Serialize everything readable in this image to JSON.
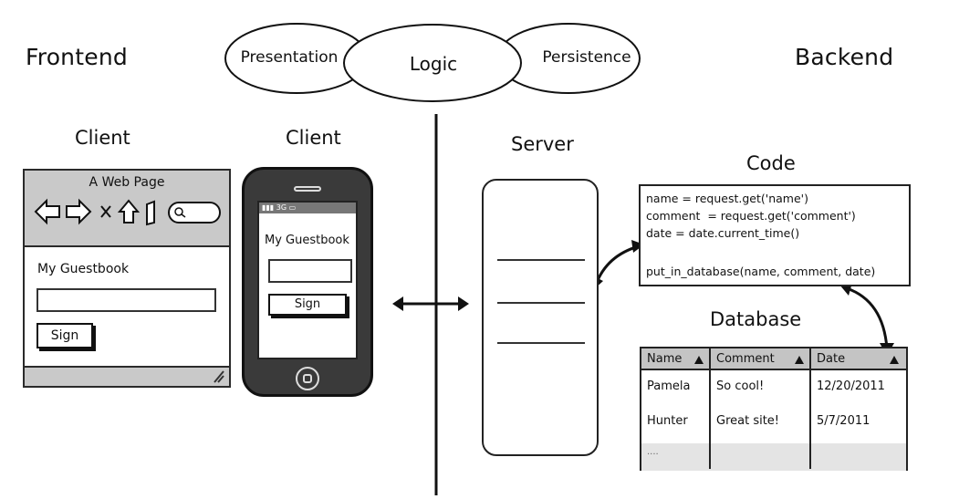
{
  "headings": {
    "frontend": "Frontend",
    "backend": "Backend",
    "client_browser": "Client",
    "client_phone": "Client",
    "server": "Server",
    "code": "Code",
    "database": "Database"
  },
  "layers": {
    "presentation": "Presentation",
    "logic": "Logic",
    "persistence": "Persistence"
  },
  "browser": {
    "title": "A Web Page",
    "guestbook_title": "My Guestbook",
    "sign_label": "Sign"
  },
  "phone": {
    "status_text": "▮▮▮ 3G ▭",
    "guestbook_title": "My Guestbook",
    "sign_label": "Sign"
  },
  "code_lines": [
    "name = request.get('name')",
    "comment  = request.get('comment')",
    "date = date.current_time()",
    "",
    "put_in_database(name, comment, date)"
  ],
  "database": {
    "columns": [
      "Name",
      "Comment",
      "Date"
    ],
    "rows": [
      [
        "Pamela",
        "So cool!",
        "12/20/2011"
      ],
      [
        "Hunter",
        "Great site!",
        "5/7/2011"
      ],
      [
        "....",
        "",
        ""
      ]
    ]
  },
  "colors": {
    "chrome_gray": "#c9c9c9",
    "phone_body": "#3a3a3a",
    "table_header": "#c4c4c4"
  }
}
